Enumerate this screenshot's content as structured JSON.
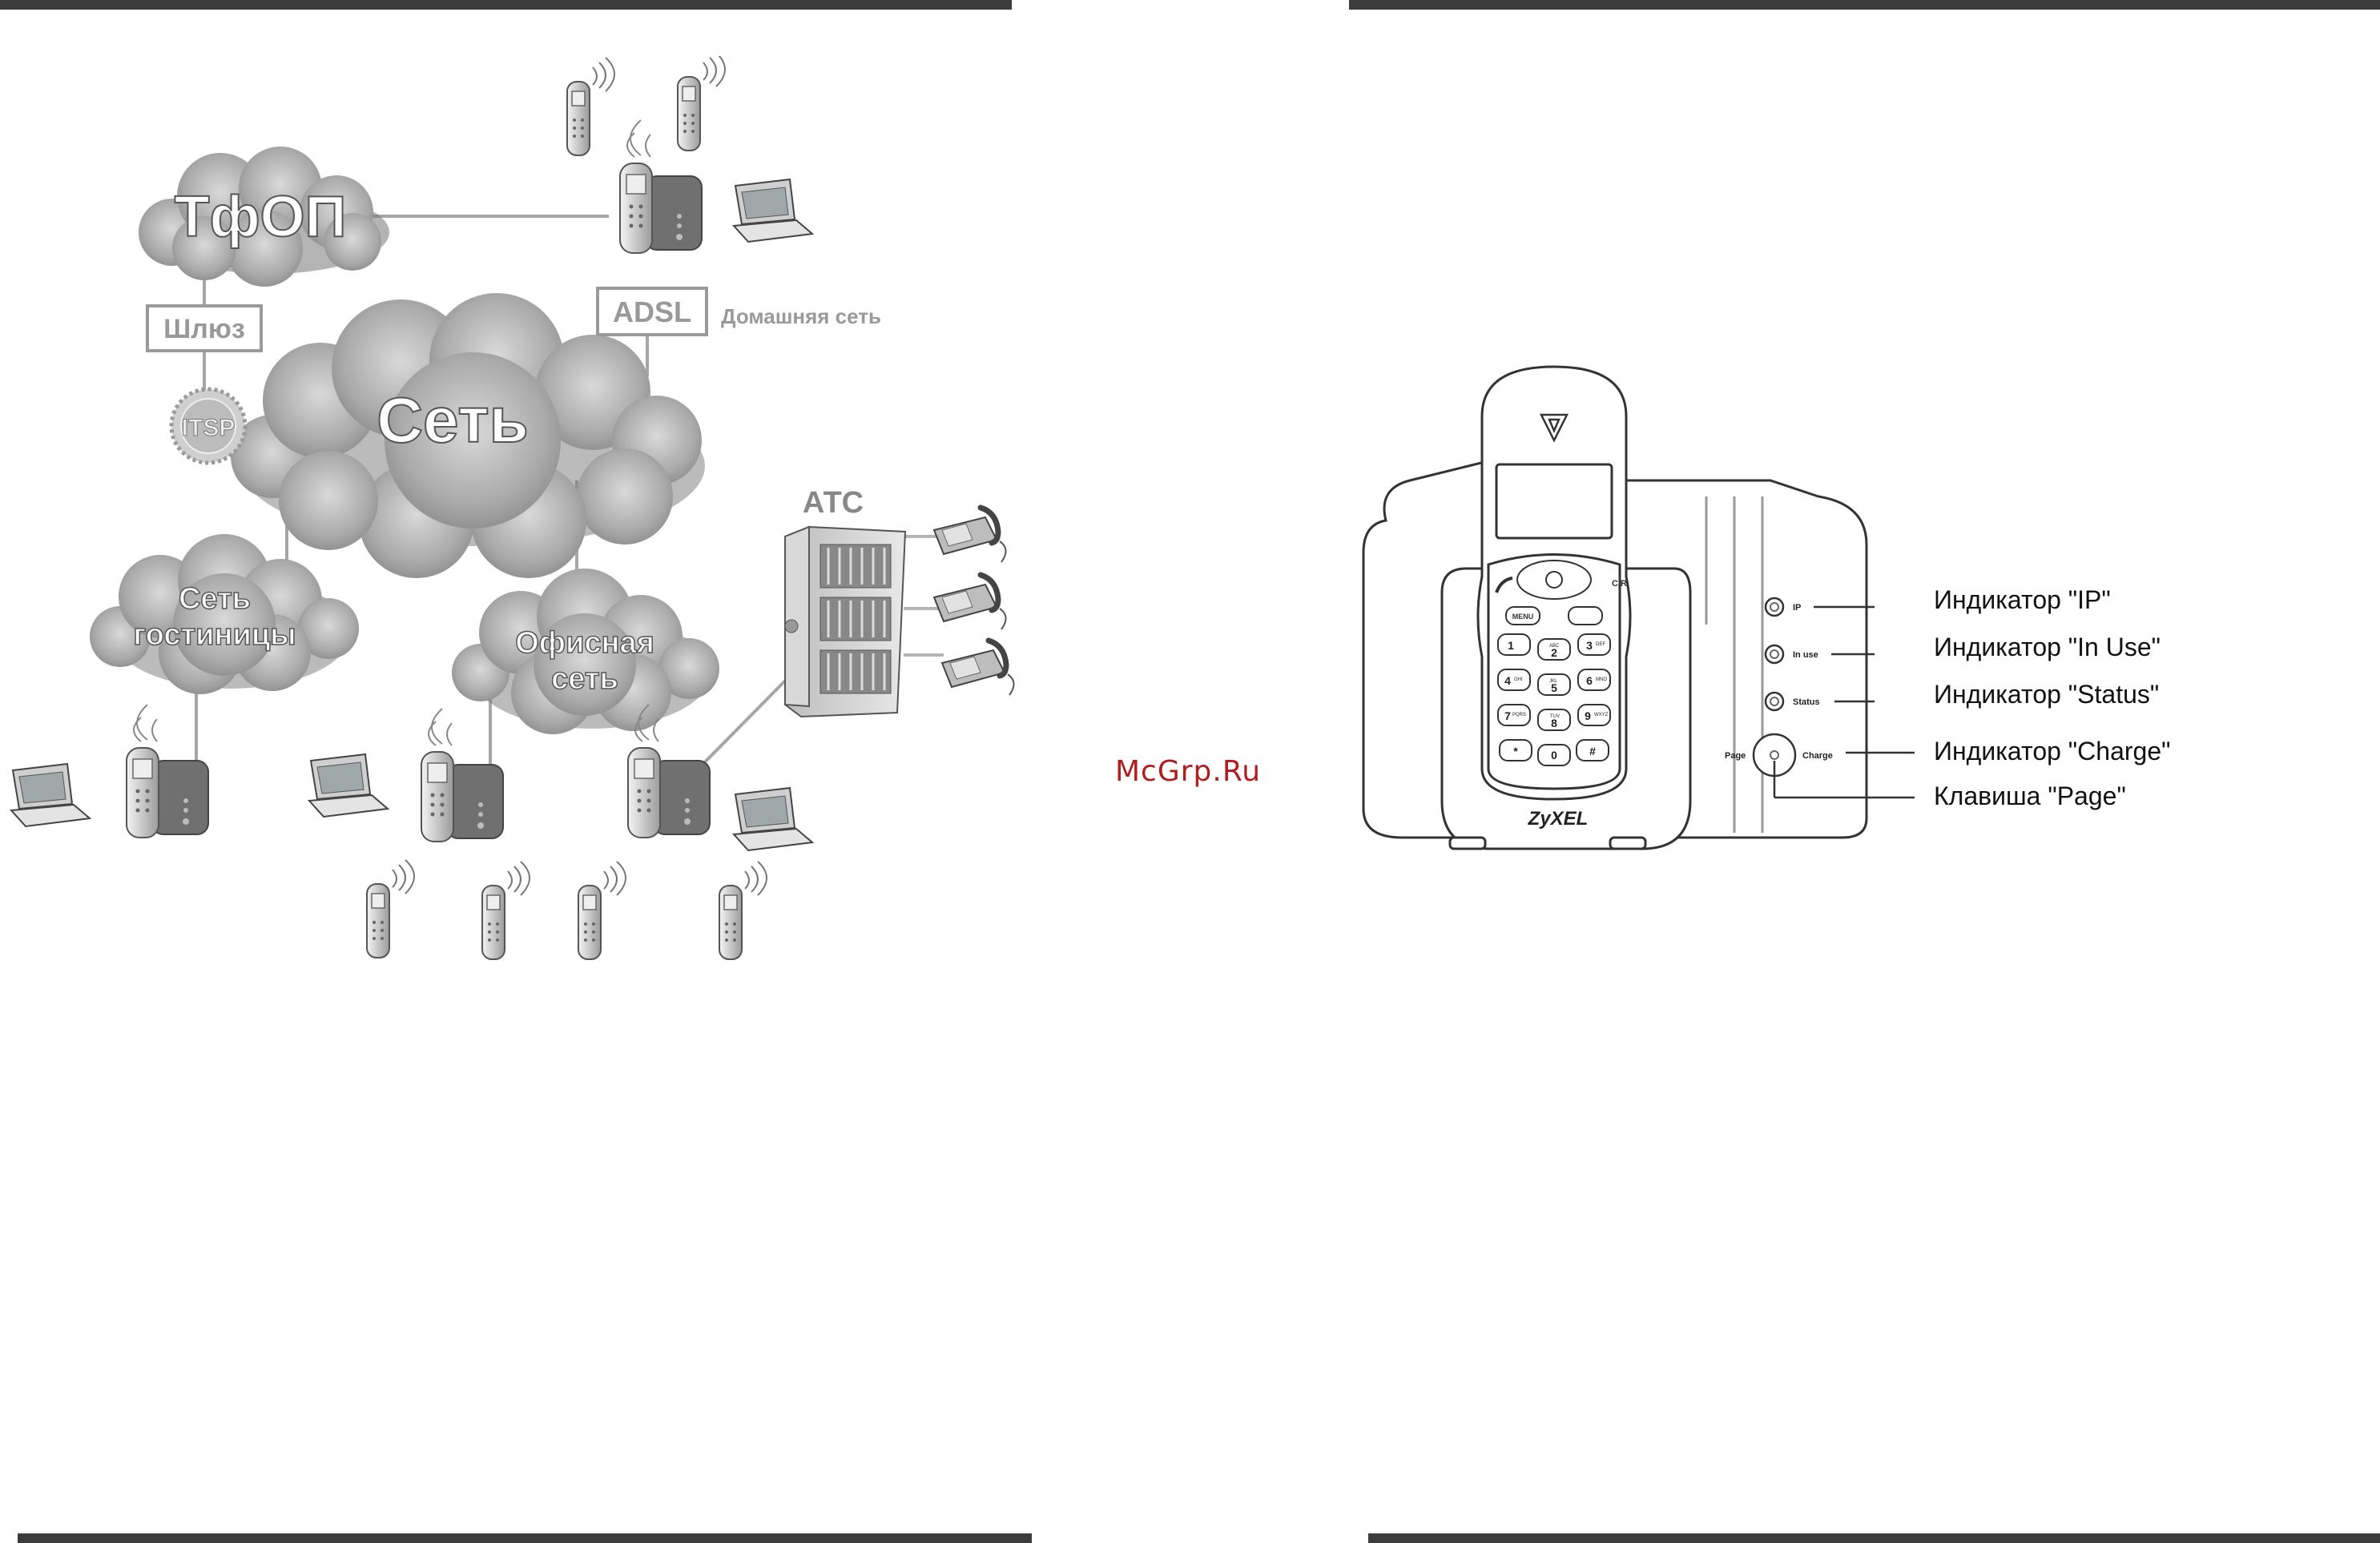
{
  "network": {
    "pstn": "ТфОП",
    "gateway": "Шлюз",
    "adsl": "ADSL",
    "home_network": "Домашняя сеть",
    "itsp": "ITSP",
    "internet": "Сеть",
    "hotel_network": [
      "Сеть",
      "гостиницы"
    ],
    "office_network": [
      "Офисная",
      "сеть"
    ],
    "pbx": "АТС"
  },
  "device": {
    "brand": "ZyXEL",
    "keys": {
      "menu": "MENU",
      "cr": "C/R",
      "digits": [
        "1",
        "2",
        "3",
        "4",
        "5",
        "6",
        "7",
        "8",
        "9",
        "*",
        "0",
        "#"
      ],
      "letters": [
        "",
        "ABC",
        "DEF",
        "GHI",
        "JKL",
        "MNO",
        "PQRS",
        "TUV",
        "WXYZ",
        "",
        "",
        ""
      ]
    },
    "led_labels": {
      "ip": "IP",
      "in_use": "In use",
      "status": "Status",
      "page": "Page",
      "charge": "Charge"
    },
    "callouts": [
      "Индикатор \"IP\"",
      "Индикатор \"In Use\"",
      "Индикатор \"Status\"",
      "Индикатор \"Charge\"",
      "Клавиша \"Page\""
    ]
  },
  "watermark": "McGrp.Ru"
}
